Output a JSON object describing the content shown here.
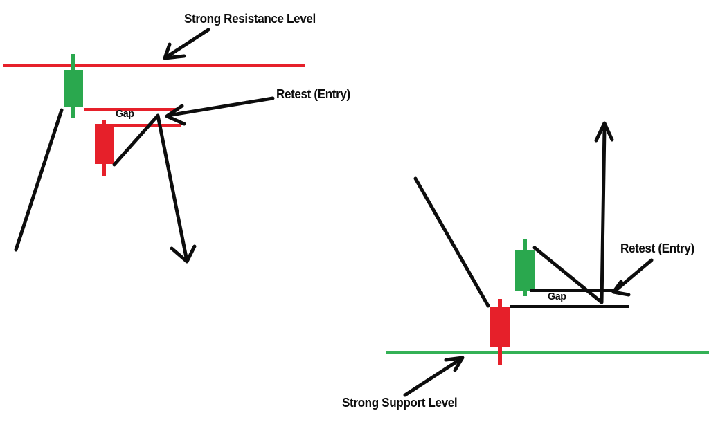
{
  "colors": {
    "bearish_red": "#e6202a",
    "bullish_green": "#2aa84e",
    "support_green": "#34b156",
    "ink_black": "#0d0d0d",
    "background": "#ffffff"
  },
  "left_diagram": {
    "level_type": "resistance",
    "level_label": "Strong Resistance Level",
    "gap_label": "Gap",
    "retest_label": "Retest (Entry)",
    "candles": [
      {
        "type": "bullish",
        "position": "touching resistance line"
      },
      {
        "type": "bearish",
        "position": "below gap"
      }
    ]
  },
  "right_diagram": {
    "level_type": "support",
    "level_label": "Strong Support Level",
    "gap_label": "Gap",
    "retest_label": "Retest (Entry)",
    "candles": [
      {
        "type": "bearish",
        "position": "touching support line"
      },
      {
        "type": "bullish",
        "position": "above gap"
      }
    ]
  }
}
